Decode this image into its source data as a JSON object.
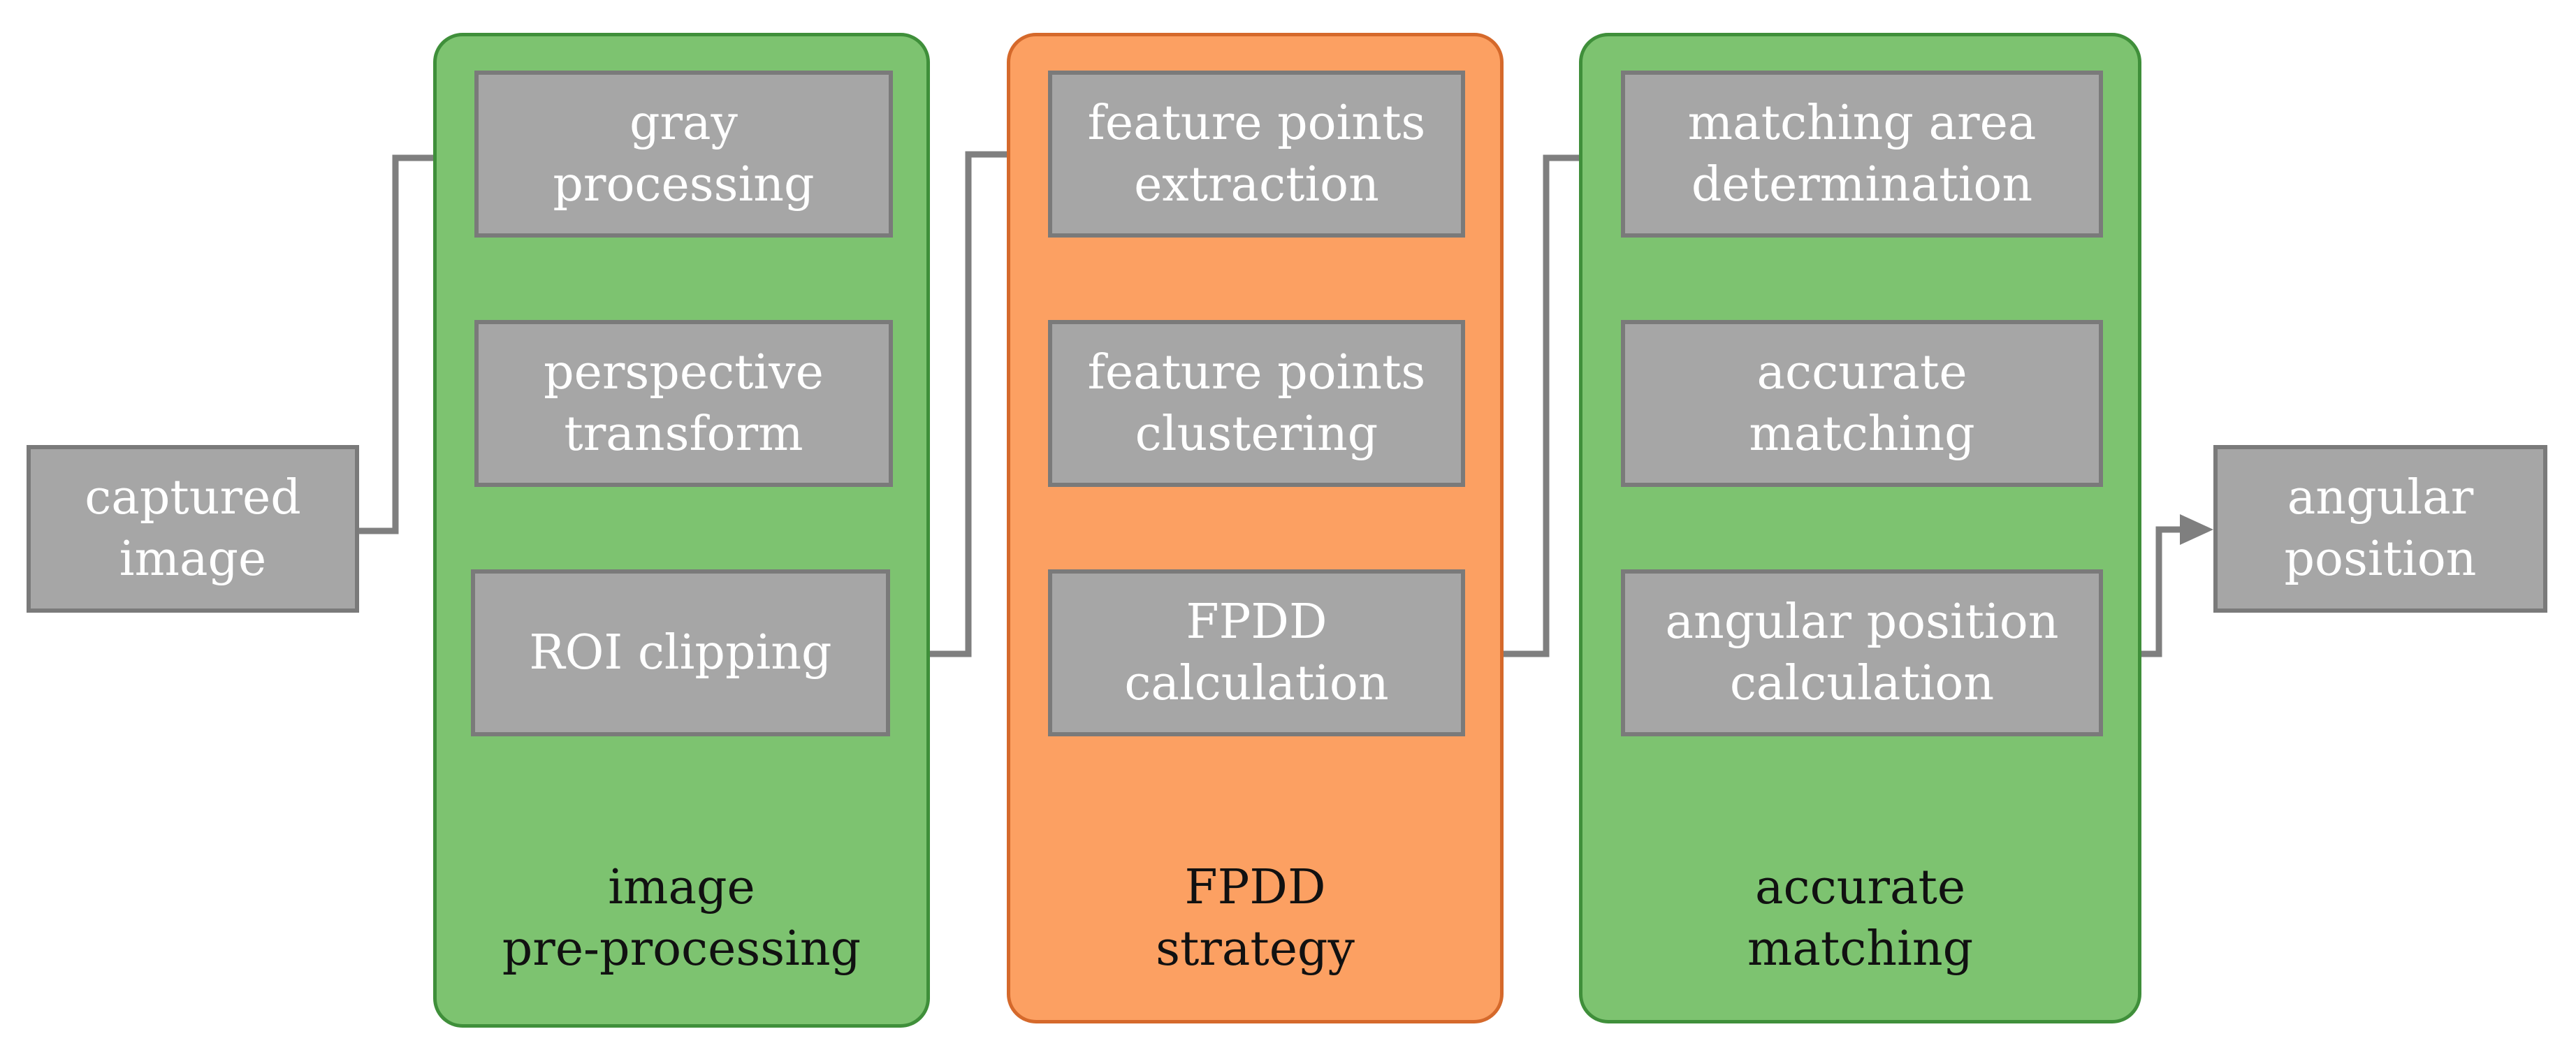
{
  "colors": {
    "box_fill": "#a6a6a6",
    "box_border": "#7a7a7a",
    "box_text": "#ffffff",
    "green_group_fill": "#7dc370",
    "green_group_border": "#3f8f3a",
    "orange_group_fill": "#fca062",
    "orange_group_border": "#d5692b",
    "connector": "#7f7f7f"
  },
  "input": {
    "label": "captured\nimage"
  },
  "output": {
    "label": "angular\nposition"
  },
  "groups": [
    {
      "label": "image\npre-processing",
      "steps": [
        "gray\nprocessing",
        "perspective\ntransform",
        "ROI clipping"
      ]
    },
    {
      "label": "FPDD\nstrategy",
      "steps": [
        "feature points\nextraction",
        "feature points\nclustering",
        "FPDD\ncalculation"
      ]
    },
    {
      "label": "accurate\nmatching",
      "steps": [
        "matching area\ndetermination",
        "accurate\nmatching",
        "angular position\ncalculation"
      ]
    }
  ]
}
